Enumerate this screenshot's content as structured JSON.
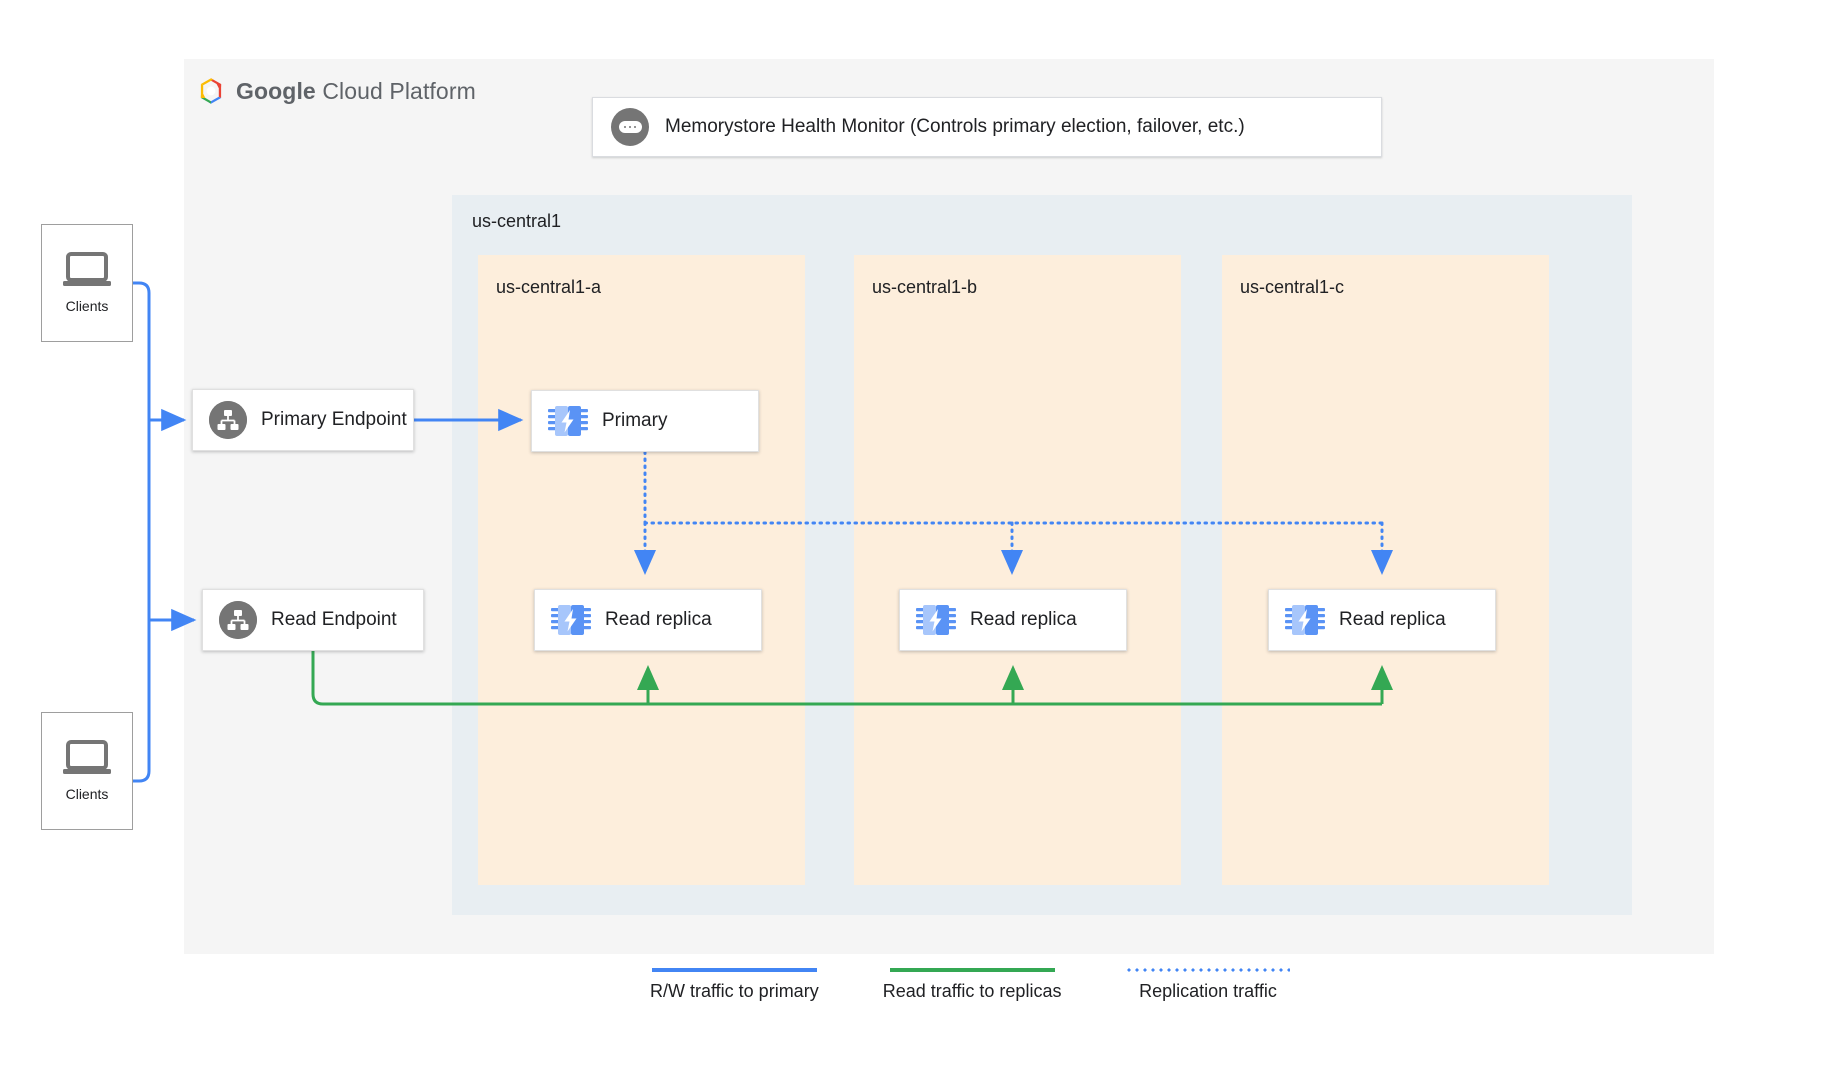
{
  "brand": {
    "logo_icon": "google-cloud-hexagon-icon",
    "word_bold": "Google",
    "word_light": " Cloud Platform"
  },
  "health_monitor": {
    "icon": "health-monitor-dots-icon",
    "label": "Memorystore Health Monitor (Controls primary election, failover, etc.)"
  },
  "region": {
    "label": "us-central1",
    "zones": [
      {
        "label": "us-central1-a"
      },
      {
        "label": "us-central1-b"
      },
      {
        "label": "us-central1-c"
      }
    ]
  },
  "clients": [
    {
      "label": "Clients",
      "icon": "laptop-icon"
    },
    {
      "label": "Clients",
      "icon": "laptop-icon"
    }
  ],
  "endpoints": [
    {
      "label": "Primary Endpoint",
      "icon": "network-hierarchy-icon"
    },
    {
      "label": "Read Endpoint",
      "icon": "network-hierarchy-icon"
    }
  ],
  "instances": {
    "primary": {
      "label": "Primary",
      "icon": "memorystore-chip-icon"
    },
    "replicas": [
      {
        "label": "Read replica",
        "icon": "memorystore-chip-icon"
      },
      {
        "label": "Read replica",
        "icon": "memorystore-chip-icon"
      },
      {
        "label": "Read replica",
        "icon": "memorystore-chip-icon"
      }
    ]
  },
  "legend": [
    {
      "label": "R/W traffic to primary",
      "style": "solid",
      "color": "#4285f4"
    },
    {
      "label": "Read traffic to replicas",
      "style": "solid",
      "color": "#34a853"
    },
    {
      "label": "Replication traffic",
      "style": "dotted",
      "color": "#4285f4"
    }
  ],
  "colors": {
    "blue": "#4285f4",
    "green": "#34a853",
    "region_bg": "#e8eef2",
    "zone_bg": "#fdeedc",
    "card_bg": "#f5f5f5",
    "icon_gray": "#757575"
  }
}
